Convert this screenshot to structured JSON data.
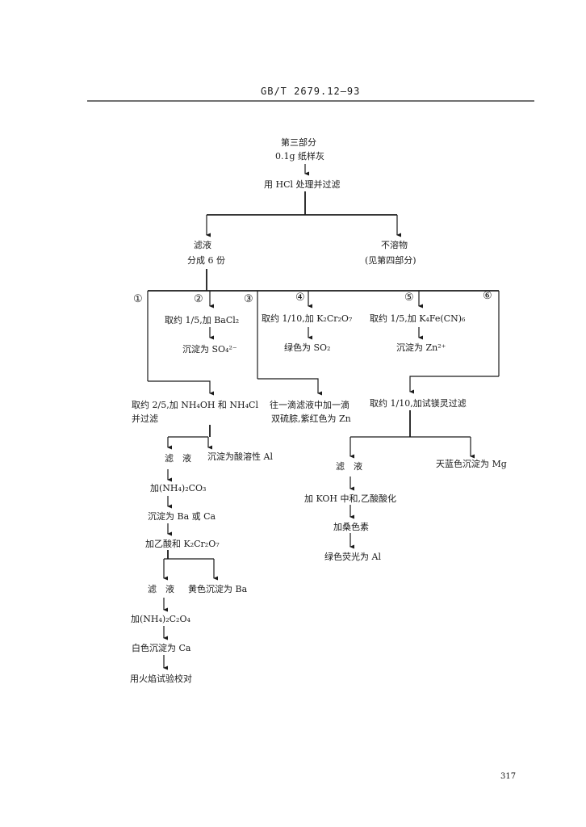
{
  "header": {
    "standard_no": "GB/T 2679.12—93"
  },
  "flow": {
    "title": "第三部分",
    "sample": "0.1g 纸样灰",
    "treat": "用 HCl 处理并过滤",
    "filtrate": "滤液",
    "split": "分成 6 份",
    "insoluble": "不溶物",
    "insoluble_note": "(见第四部分)",
    "portions": [
      "①",
      "②",
      "③",
      "④",
      "⑤",
      "⑥"
    ],
    "p2_action": "取约 1/5,加 BaCl₂",
    "p2_result": "沉淀为 SO₄²⁻",
    "p4_action": "取约 1/10,加 K₂Cr₂O₇",
    "p4_result": "绿色为 SO₂",
    "p5_action": "取约 1/5,加 K₄Fe(CN)₆",
    "p5_result": "沉淀为 Zn²⁺",
    "left_step1_a": "取约 2/5,加 NH₄OH 和 NH₄Cl",
    "left_step1_b": "并过滤",
    "mid_step_a": "往一滴滤液中加一滴",
    "mid_step_b": "双硫腙,紫红色为 Zn",
    "right_step": "取约 1/10,加试镁灵过滤",
    "left_filtrate": "滤　液",
    "left_ppt_al": "沉淀为酸溶性 Al",
    "add_carbonate": "加(NH₄)₂CO₃",
    "ppt_ba_ca": "沉淀为 Ba 或 Ca",
    "add_acetic": "加乙酸和 K₂Cr₂O₇",
    "filtrate2": "滤　液",
    "yellow_ba": "黄色沉淀为 Ba",
    "add_oxalate": "加(NH₄)₂C₂O₄",
    "white_ca": "白色沉淀为 Ca",
    "flame_test": "用火焰试验校对",
    "right_filtrate": "滤　液",
    "blue_mg": "天蓝色沉淀为 Mg",
    "neutralize": "加 KOH 中和,乙酸酸化",
    "add_morin": "加桑色素",
    "green_al": "绿色荧光为 Al"
  },
  "footer": {
    "page_number": "317"
  }
}
